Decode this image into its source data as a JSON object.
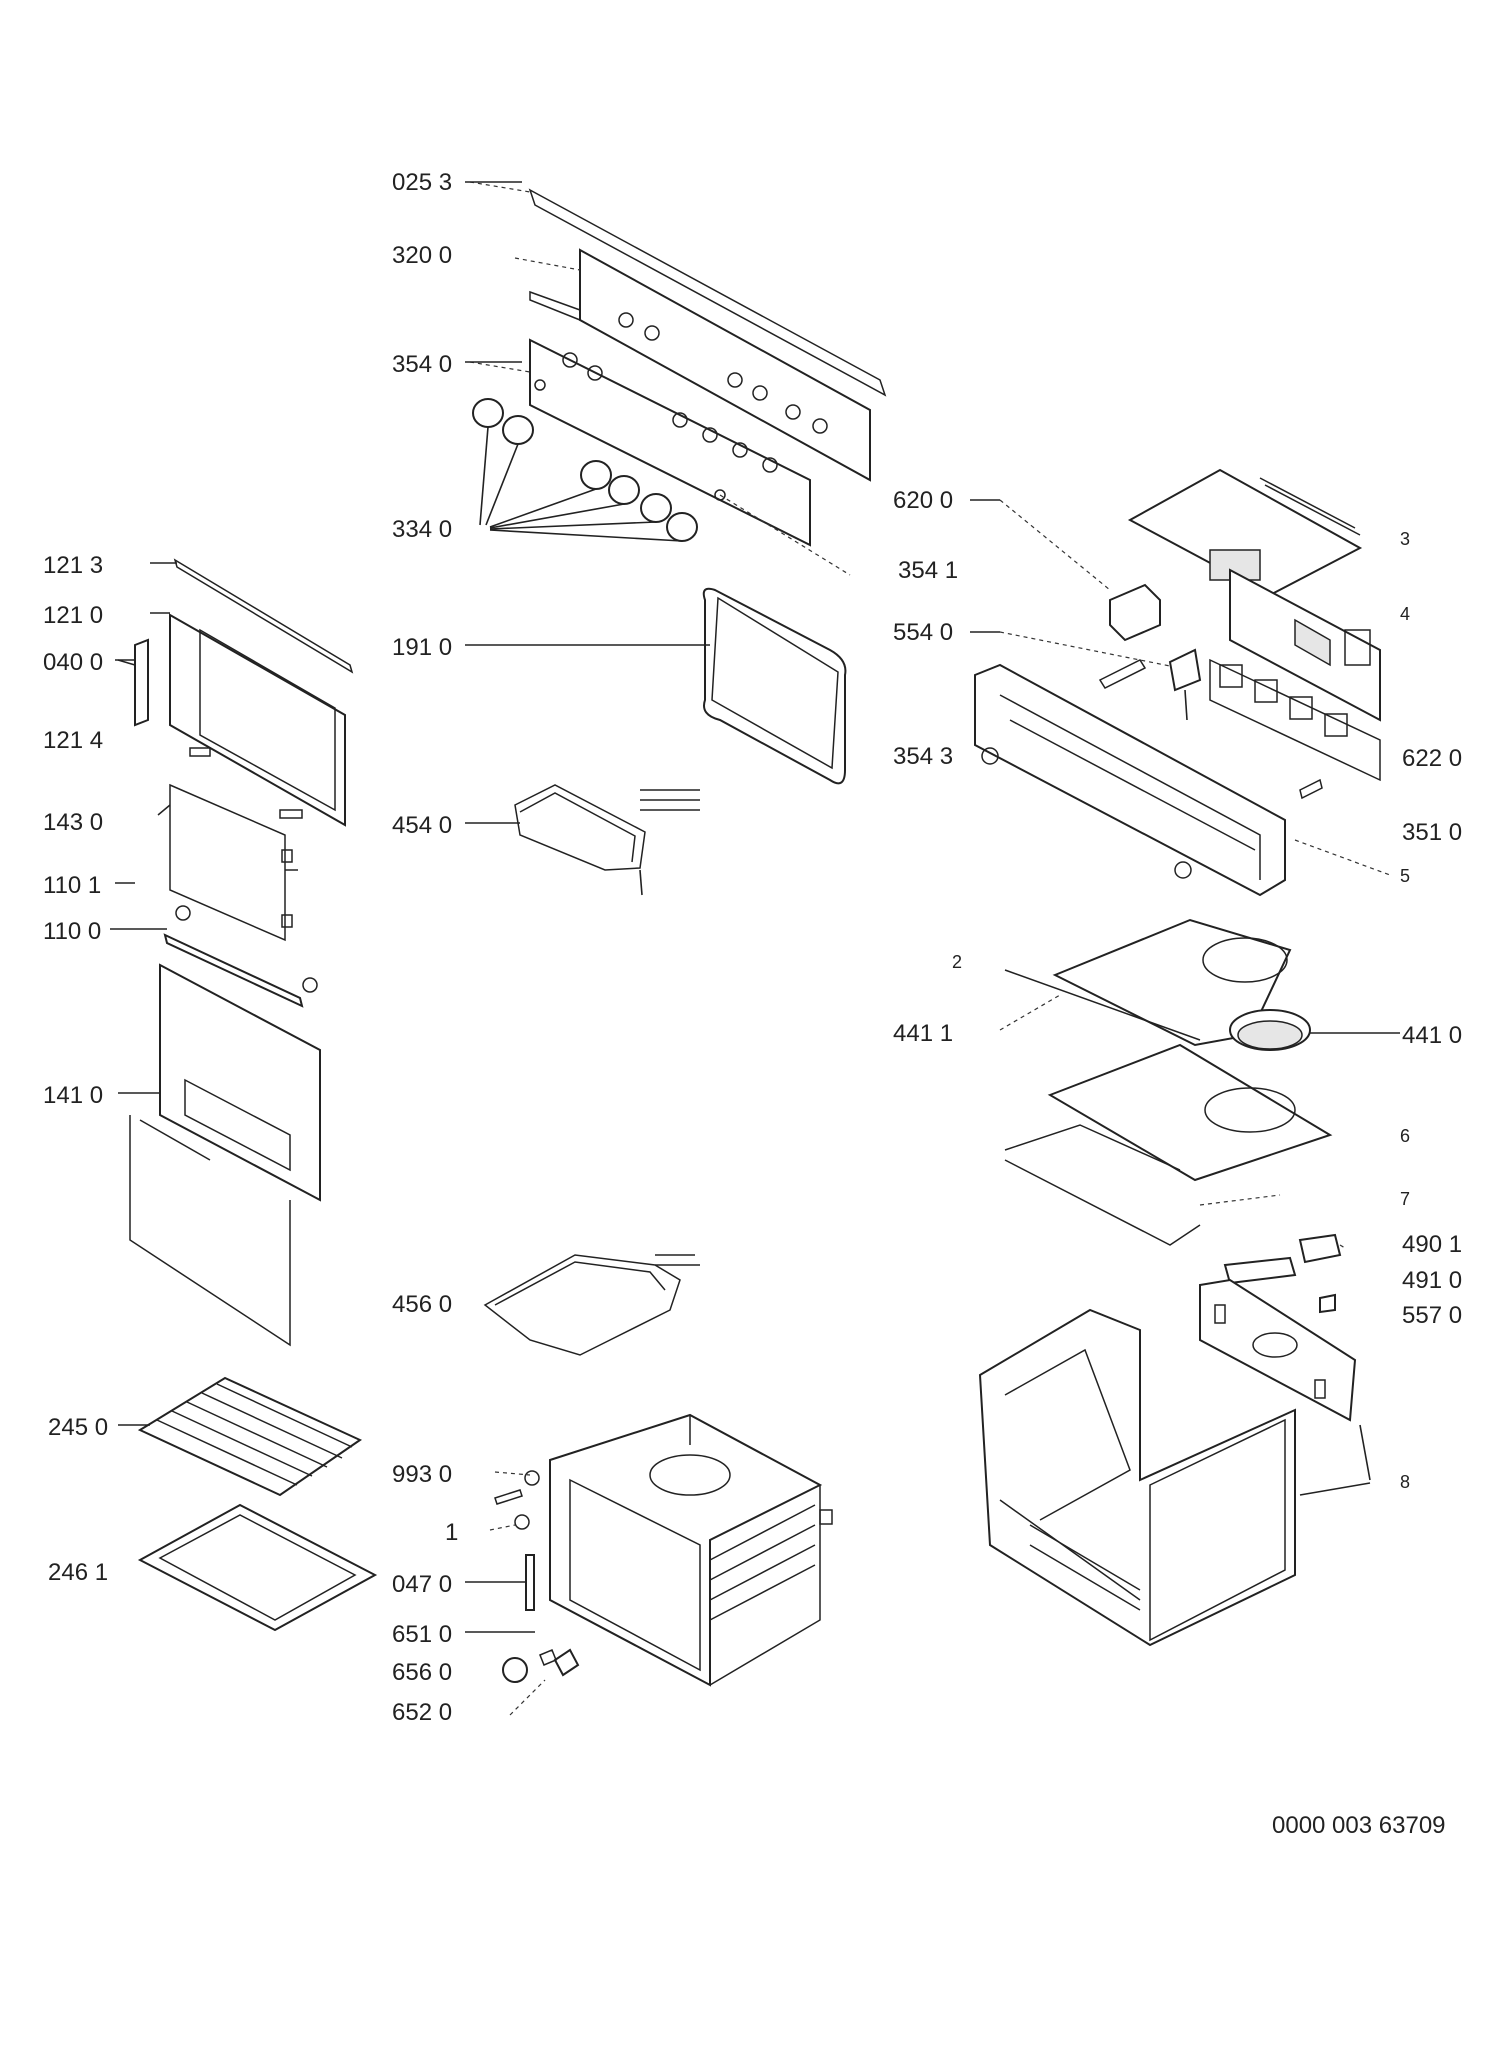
{
  "labels": {
    "l0253": "025 3",
    "l3200": "320 0",
    "l3540": "354 0",
    "l3340": "334 0",
    "l1213": "121 3",
    "l1210": "121 0",
    "l0400": "040 0",
    "l1214": "121 4",
    "l1430": "143 0",
    "l1101": "110 1",
    "l1100": "110 0",
    "l1410": "141 0",
    "l1910": "191 0",
    "l4540": "454 0",
    "l4560": "456 0",
    "l2450": "245 0",
    "l2461": "246 1",
    "l9930": "993 0",
    "l1": "1",
    "l0470": "047 0",
    "l6510": "651 0",
    "l6560": "656 0",
    "l6520": "652 0",
    "l6200": "620 0",
    "l3541": "354 1",
    "l5540": "554 0",
    "l3543": "354 3",
    "l6220": "622 0",
    "l3510": "351 0",
    "l4411": "441 1",
    "l4410": "441 0",
    "l4901": "490 1",
    "l4910": "491 0",
    "l5570": "557 0",
    "n2": "2",
    "n3": "3",
    "n4": "4",
    "n5": "5",
    "n6": "6",
    "n7": "7",
    "n8": "8"
  },
  "footer": {
    "code": "0000 003 63709"
  }
}
